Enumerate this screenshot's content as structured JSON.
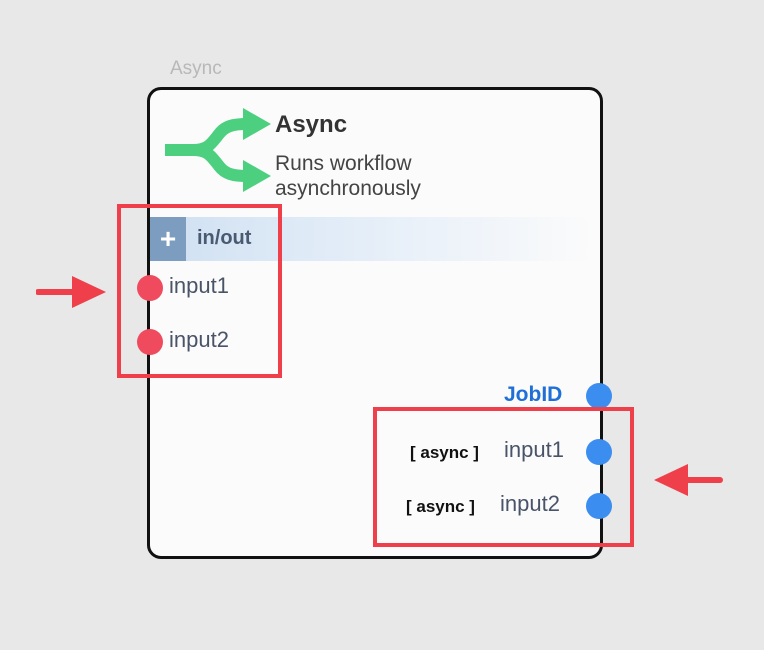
{
  "node": {
    "caption": "Async",
    "title": "Async",
    "description": "Runs workflow asynchronously"
  },
  "group": {
    "add_label": "+",
    "label": "in/out"
  },
  "inputs": [
    {
      "label": "input1"
    },
    {
      "label": "input2"
    }
  ],
  "outputs": [
    {
      "label": "JobID"
    },
    {
      "tag": "[ async ]",
      "label": "input1"
    },
    {
      "tag": "[ async ]",
      "label": "input2"
    }
  ],
  "colors": {
    "input_port": "#f04a5e",
    "output_port": "#3b8df0",
    "highlight": "#ef3f4a",
    "icon": "#4cd080",
    "jobid": "#1f6fd6"
  },
  "icons": {
    "node_icon": "split-arrows-icon",
    "annotation_arrow": "red-arrow-icon"
  }
}
